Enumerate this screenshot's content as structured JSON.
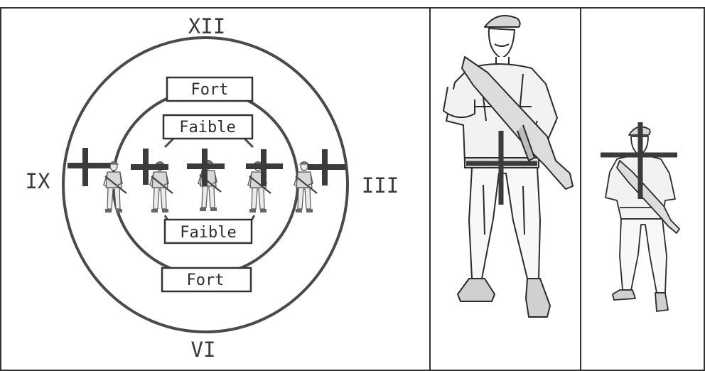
{
  "colors": {
    "line": "#4a4a4a",
    "reticle": "#3b3b3b",
    "text": "#2e2e2e",
    "border": "#333333",
    "paper": "#ffffff"
  },
  "clock": {
    "twelve": "XII",
    "three": "III",
    "six": "VI",
    "nine": "IX"
  },
  "boxes": {
    "top_outer": "Fort",
    "top_inner": "Faible",
    "bottom_inner": "Faible",
    "bottom_outer": "Fort"
  },
  "icons": [
    "soldier-figure-icon",
    "crosshair-icon"
  ]
}
